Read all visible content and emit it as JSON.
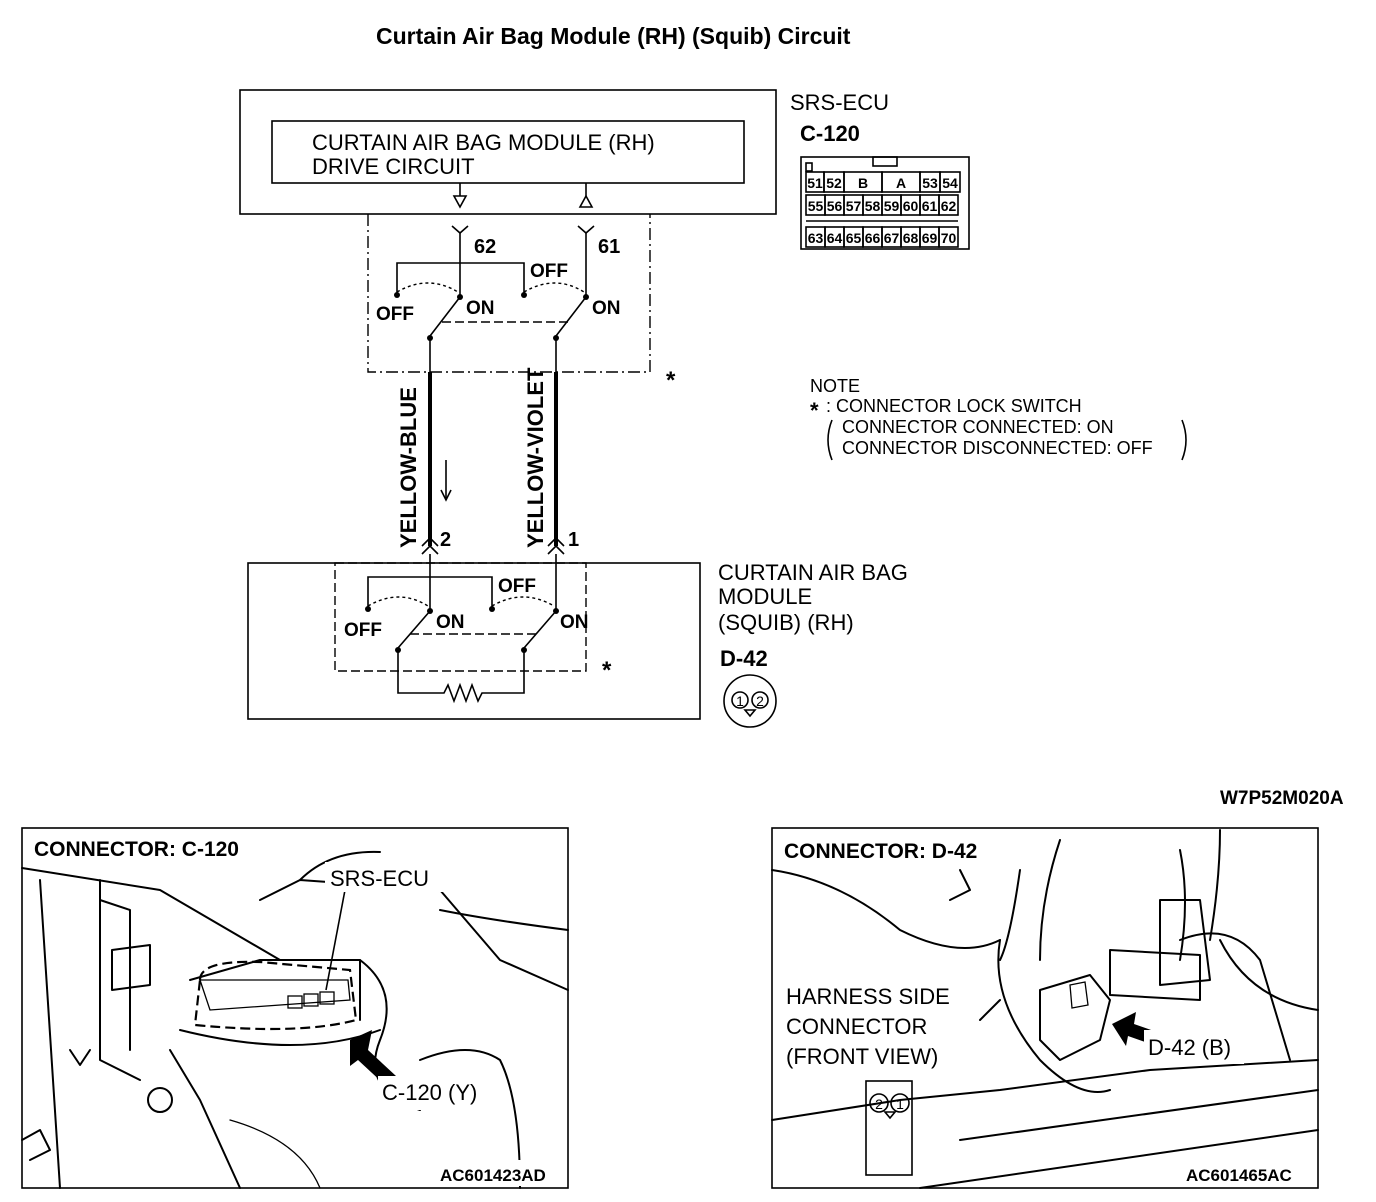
{
  "title": "Curtain Air Bag Module (RH) (Squib) Circuit",
  "ecu": {
    "name": "SRS-ECU",
    "connector": "C-120",
    "box_line1": "CURTAIN AIR BAG MODULE (RH)",
    "box_line2": "DRIVE CIRCUIT",
    "pin_left": "62",
    "pin_right": "61",
    "off_label": "OFF",
    "on_label": "ON",
    "asterisk": "*",
    "connector_face": {
      "row1": [
        "51",
        "52",
        "B",
        "A",
        "53",
        "54"
      ],
      "row2": [
        "55",
        "56",
        "57",
        "58",
        "59",
        "60",
        "61",
        "62"
      ],
      "row3": [
        "63",
        "64",
        "65",
        "66",
        "67",
        "68",
        "69",
        "70"
      ]
    }
  },
  "wires": {
    "left": "YELLOW-BLUE",
    "right": "YELLOW-VIOLET"
  },
  "module": {
    "line1": "CURTAIN AIR BAG",
    "line2": "MODULE",
    "line3": "(SQUIB) (RH)",
    "connector": "D-42",
    "pin_left": "2",
    "pin_right": "1",
    "face_pin1": "1",
    "face_pin2": "2",
    "off_label": "OFF",
    "on_label": "ON",
    "asterisk": "*"
  },
  "note": {
    "heading": "NOTE",
    "star": "*",
    "line1": ": CONNECTOR LOCK SWITCH",
    "line2": "CONNECTOR CONNECTED: ON",
    "line3": "CONNECTOR DISCONNECTED: OFF"
  },
  "diagram_code": "W7P52M020A",
  "panel_left": {
    "title": "CONNECTOR: C-120",
    "label_ecu": "SRS-ECU",
    "label_conn": "C-120 (Y)",
    "code": "AC601423AD"
  },
  "panel_right": {
    "title": "CONNECTOR: D-42",
    "label1": "HARNESS SIDE",
    "label2": "CONNECTOR",
    "label3": "(FRONT VIEW)",
    "label_conn": "D-42 (B)",
    "face_pin1": "1",
    "face_pin2": "2",
    "code": "AC601465AC"
  }
}
